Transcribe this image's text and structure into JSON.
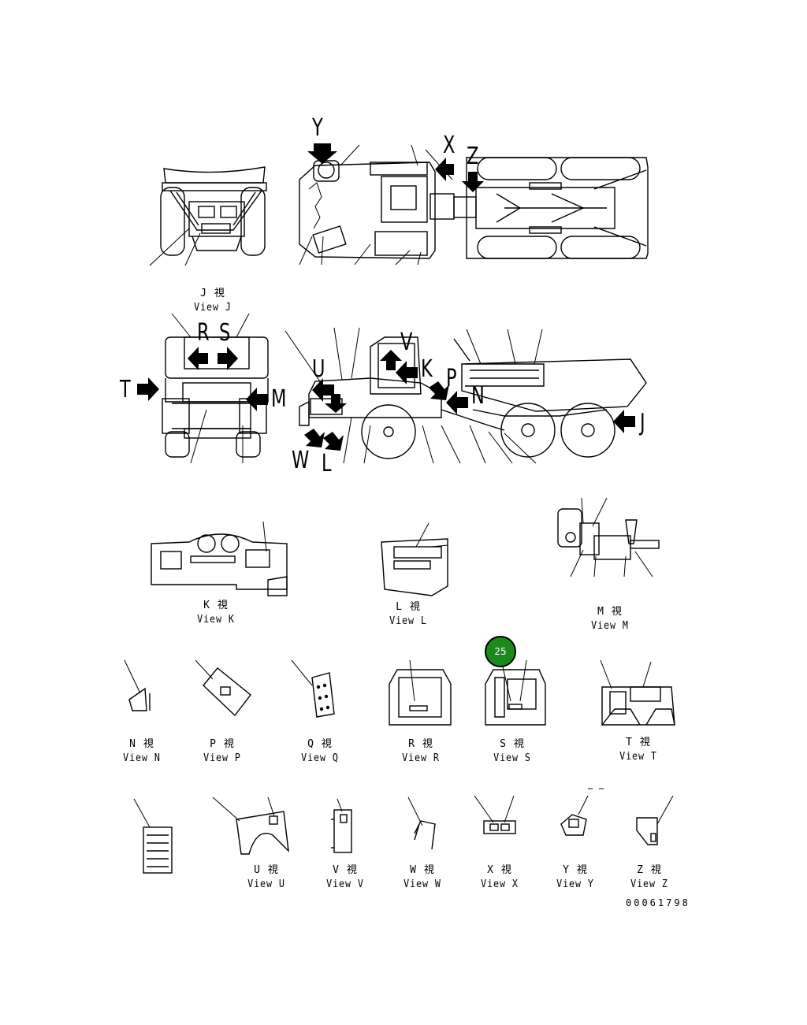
{
  "views": {
    "j": {
      "jp": "J 視",
      "en": "View J"
    },
    "k": {
      "jp": "K 視",
      "en": "View K"
    },
    "l": {
      "jp": "L 視",
      "en": "View L"
    },
    "m": {
      "jp": "M 視",
      "en": "View M"
    },
    "n": {
      "jp": "N 視",
      "en": "View N"
    },
    "p": {
      "jp": "P 視",
      "en": "View P"
    },
    "q": {
      "jp": "Q 視",
      "en": "View Q"
    },
    "r": {
      "jp": "R 視",
      "en": "View R"
    },
    "s": {
      "jp": "S 視",
      "en": "View S"
    },
    "t": {
      "jp": "T 視",
      "en": "View T"
    },
    "u": {
      "jp": "U 視",
      "en": "View U"
    },
    "v": {
      "jp": "V 視",
      "en": "View V"
    },
    "w": {
      "jp": "W 視",
      "en": "View W"
    },
    "x": {
      "jp": "X 視",
      "en": "View X"
    },
    "y": {
      "jp": "Y 視",
      "en": "View Y"
    },
    "z": {
      "jp": "Z 視",
      "en": "View Z"
    }
  },
  "arrow_letters": {
    "y": "Y",
    "x": "X",
    "z": "Z",
    "r": "R",
    "s": "S",
    "t": "T",
    "m": "M",
    "u": "U",
    "v": "V",
    "k": "K",
    "p": "P",
    "n": "N",
    "w": "W",
    "l": "L",
    "j": "J"
  },
  "badge": {
    "number": "25",
    "color": "#1a8a1a"
  },
  "document_number": "00061798"
}
